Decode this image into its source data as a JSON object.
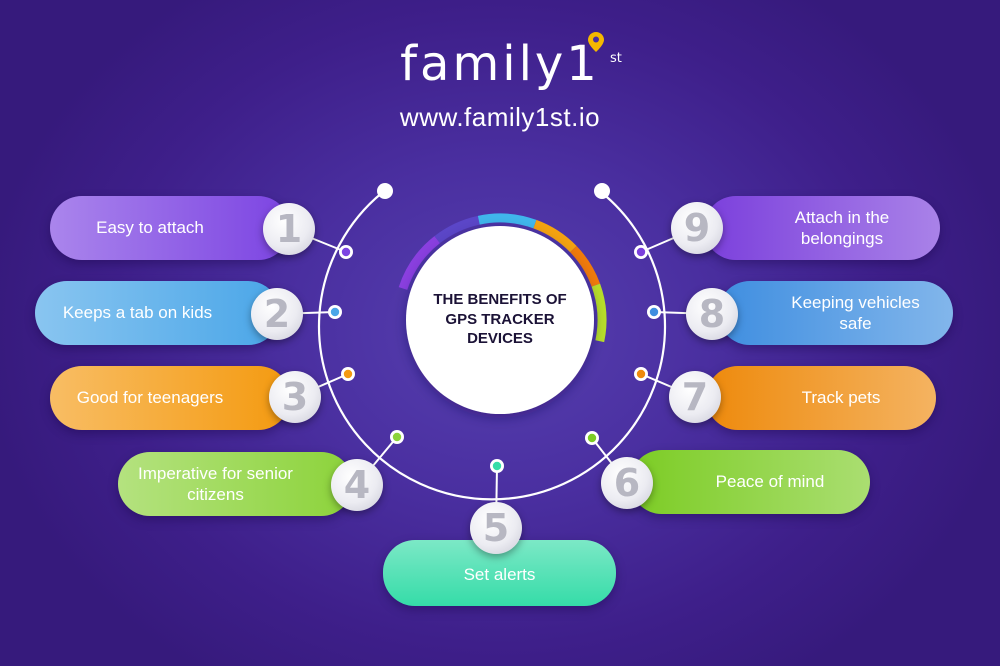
{
  "brand": {
    "logo_text": "family1",
    "logo_sup": "st",
    "url": "www.family1st.io"
  },
  "center": {
    "title": "THE BENEFITS OF GPS TRACKER DEVICES"
  },
  "benefits": [
    {
      "number": "1",
      "label": "Easy to attach",
      "color": "#7c44e2"
    },
    {
      "number": "2",
      "label": "Keeps a tab on kids",
      "color": "#4aa6e8"
    },
    {
      "number": "3",
      "label": "Good for teenagers",
      "color": "#f49a10"
    },
    {
      "number": "4",
      "label": "Imperative for senior citizens",
      "color": "#8cd33a"
    },
    {
      "number": "5",
      "label": "Set alerts",
      "color": "#35dca8"
    },
    {
      "number": "6",
      "label": "Peace of mind",
      "color": "#7ccc24"
    },
    {
      "number": "7",
      "label": "Track pets",
      "color": "#ee8a0c"
    },
    {
      "number": "8",
      "label": "Keeping vehicles safe",
      "color": "#3f8ee0"
    },
    {
      "number": "9",
      "label": "Attach in the belongings",
      "color": "#7b3fdc"
    }
  ]
}
